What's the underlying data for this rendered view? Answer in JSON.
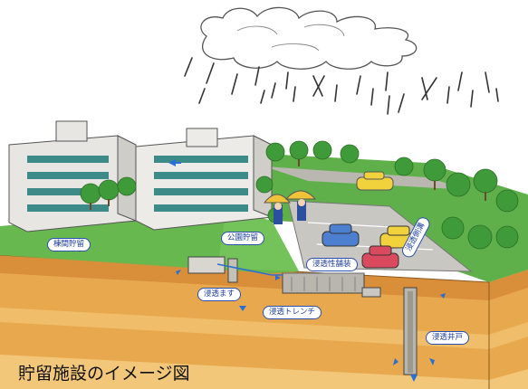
{
  "caption": "貯留施設のイメージ図",
  "labels": {
    "building_storage": "棟間貯留",
    "park_storage": "公園貯留",
    "permeable_pavement": "浸透性舗装",
    "permeable_gutter": "浸透側溝",
    "infiltration_basin": "浸透ます",
    "infiltration_trench": "浸透トレンチ",
    "infiltration_well": "浸透井戸"
  },
  "colors": {
    "grass": "#5fb04a",
    "soil": "#e6a64a",
    "water_arrow": "#2a6fd6",
    "label_border": "#2b4fb0",
    "car_yellow": "#f2d23c",
    "car_blue": "#4d7fd0",
    "car_red": "#d94a5e"
  }
}
